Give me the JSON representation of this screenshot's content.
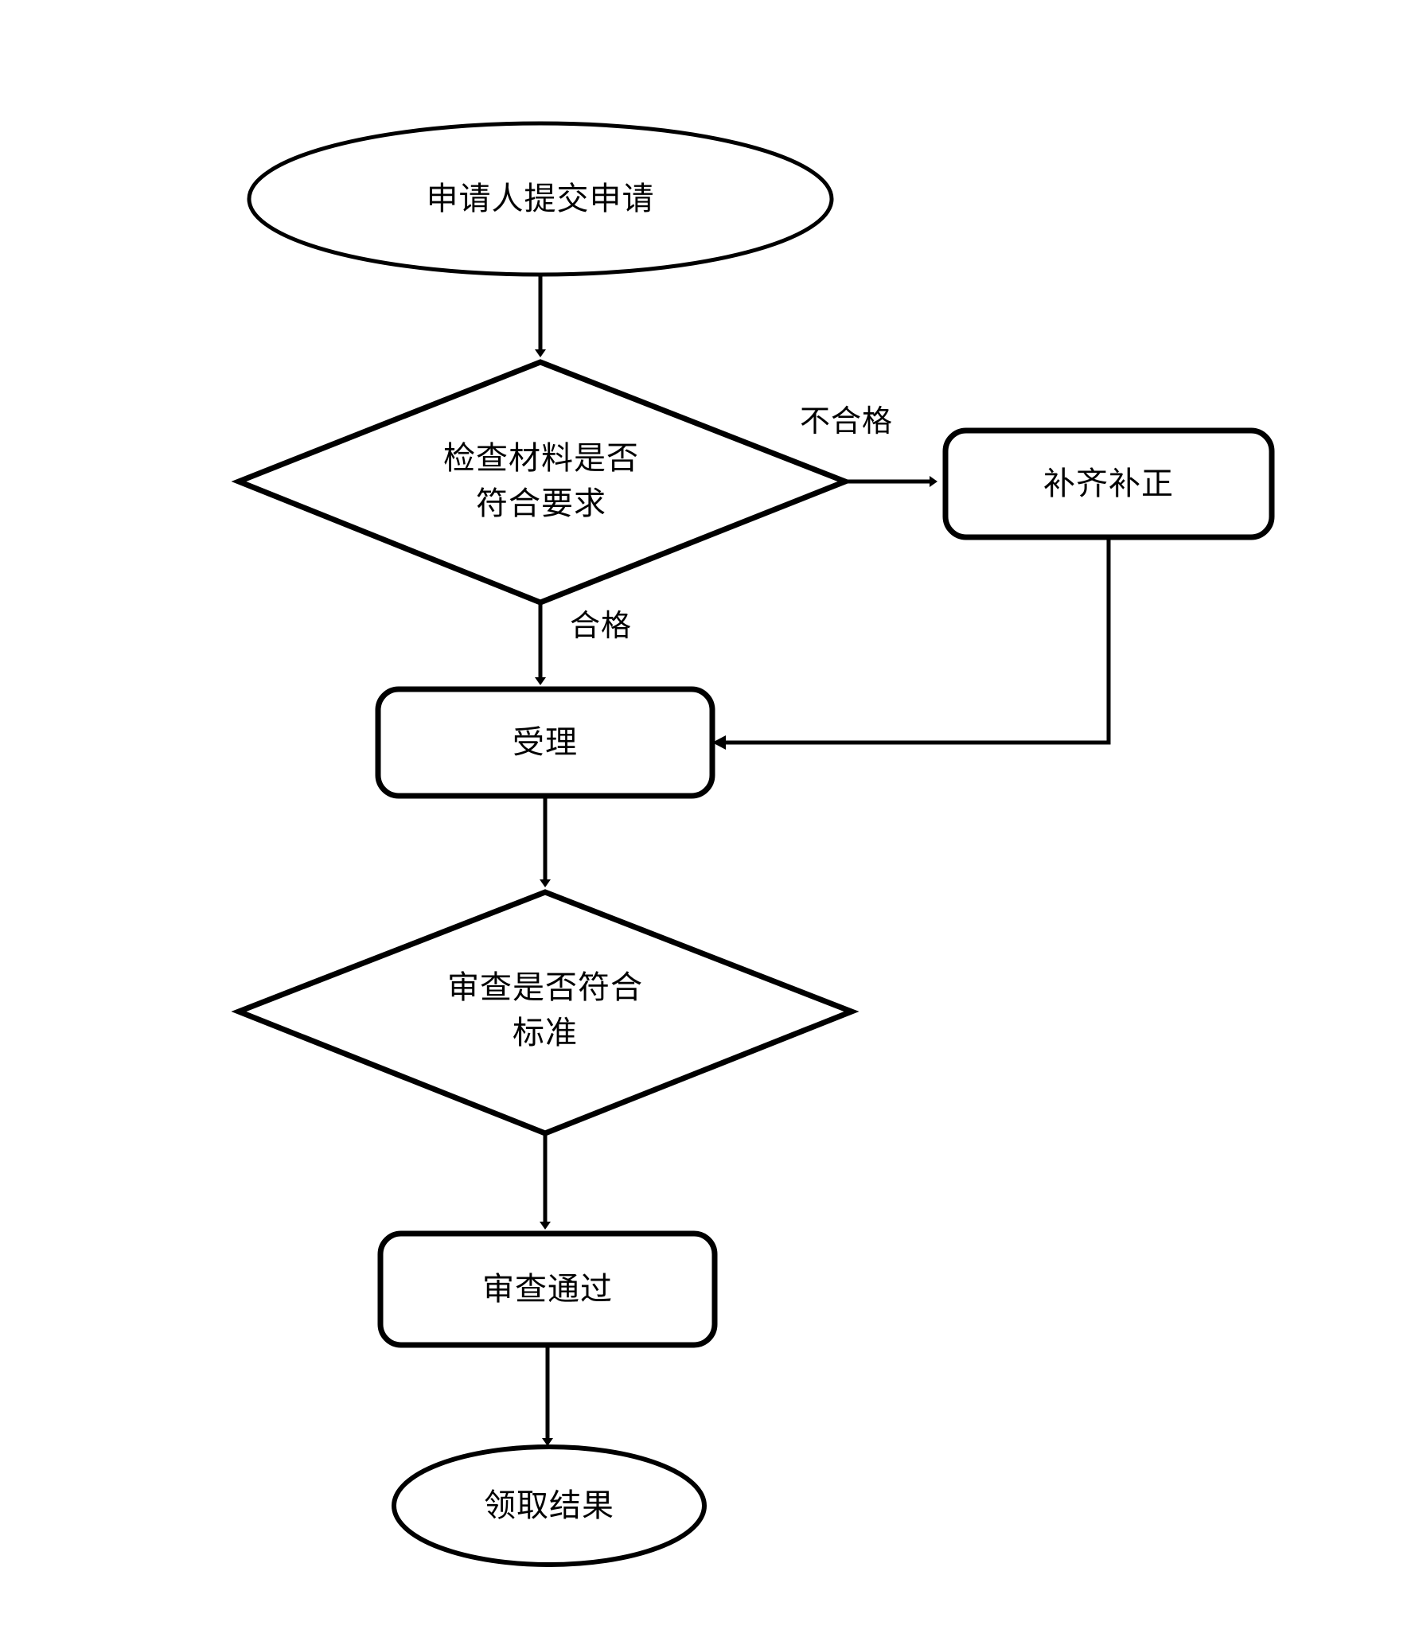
{
  "diagram": {
    "type": "flowchart",
    "orientation": "top-to-bottom",
    "background_color": "#ffffff",
    "line_color": "#000000",
    "text_color": "#000000",
    "nodes": [
      {
        "id": "start",
        "shape": "ellipse",
        "label": "申请人提交申请",
        "lines": [
          "申请人提交申请"
        ]
      },
      {
        "id": "check_materials",
        "shape": "diamond",
        "label": "检查材料是否符合要求",
        "lines": [
          "检查材料是否",
          "符合要求"
        ]
      },
      {
        "id": "supplement",
        "shape": "rounded-rectangle",
        "label": "补齐补正",
        "lines": [
          "补齐补正"
        ]
      },
      {
        "id": "accept",
        "shape": "rounded-rectangle",
        "label": "受理",
        "lines": [
          "受理"
        ]
      },
      {
        "id": "review_standard",
        "shape": "diamond",
        "label": "审查是否符合标准",
        "lines": [
          "审查是否符合",
          "标准"
        ]
      },
      {
        "id": "review_passed",
        "shape": "rounded-rectangle",
        "label": "审查通过",
        "lines": [
          "审查通过"
        ]
      },
      {
        "id": "collect_result",
        "shape": "ellipse",
        "label": "领取结果",
        "lines": [
          "领取结果"
        ]
      }
    ],
    "edges": [
      {
        "from": "start",
        "to": "check_materials",
        "label": ""
      },
      {
        "from": "check_materials",
        "to": "supplement",
        "label": "不合格"
      },
      {
        "from": "check_materials",
        "to": "accept",
        "label": "合格"
      },
      {
        "from": "supplement",
        "to": "accept",
        "label": ""
      },
      {
        "from": "accept",
        "to": "review_standard",
        "label": ""
      },
      {
        "from": "review_standard",
        "to": "review_passed",
        "label": ""
      },
      {
        "from": "review_passed",
        "to": "collect_result",
        "label": ""
      }
    ],
    "edge_labels": {
      "unqualified": "不合格",
      "qualified": "合格"
    }
  }
}
